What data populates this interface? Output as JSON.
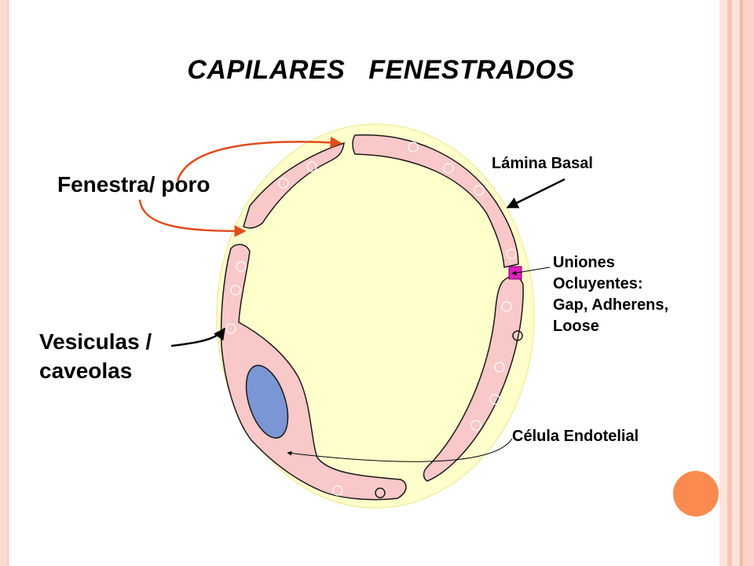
{
  "title": "CAPILARES    FENESTRADOS",
  "labels": {
    "fenestra": "Fenestra/ poro",
    "vesiculas": [
      "Vesiculas /",
      "caveolas"
    ],
    "lamina_basal": "Lámina Basal",
    "uniones": [
      "Uniones",
      "Ocluyentes:",
      "Gap, Adherens,",
      "Loose"
    ],
    "celula_endotelial": "Célula Endotelial"
  },
  "colors": {
    "basal_lamina": "#ffffcc",
    "endothelium": "#f9c8c8",
    "nucleus": "#7b96d4",
    "fenestra_arrow": "#e04d1c",
    "junction": "#e020c0",
    "accent_circle": "#fb8a50",
    "frame": "#fbd9cf"
  }
}
